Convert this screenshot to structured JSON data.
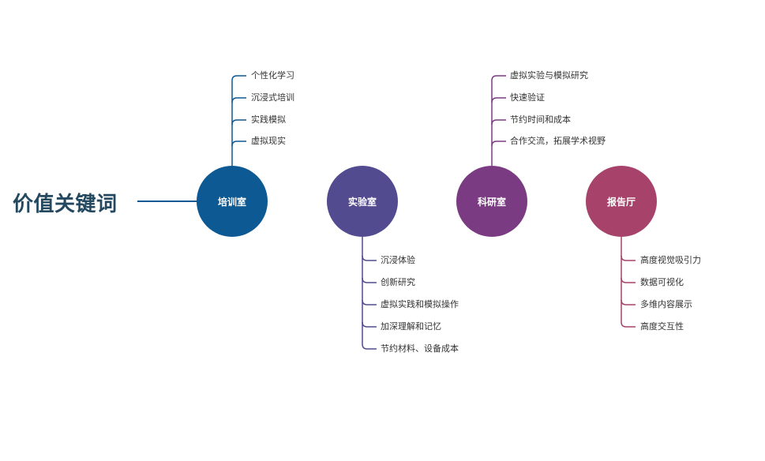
{
  "title": "价值关键词",
  "colors": {
    "title": "#23485f",
    "node_1": "#0d5994",
    "node_2": "#524b90",
    "node_3": "#7b3b83",
    "node_4": "#a7426a"
  },
  "nodes": [
    {
      "label": "培训室",
      "items": [
        "个性化学习",
        "沉浸式培训",
        "实践模拟",
        "虚拟现实"
      ]
    },
    {
      "label": "实验室",
      "items": [
        "沉浸体验",
        "创新研究",
        "虚拟实践和模拟操作",
        "加深理解和记忆",
        "节约材料、设备成本"
      ]
    },
    {
      "label": "科研室",
      "items": [
        "虚拟实验与模拟研究",
        "快速验证",
        "节约时间和成本",
        "合作交流，拓展学术视野"
      ]
    },
    {
      "label": "报告厅",
      "items": [
        "高度视觉吸引力",
        "数据可视化",
        "多维内容展示",
        "高度交互性"
      ]
    }
  ]
}
